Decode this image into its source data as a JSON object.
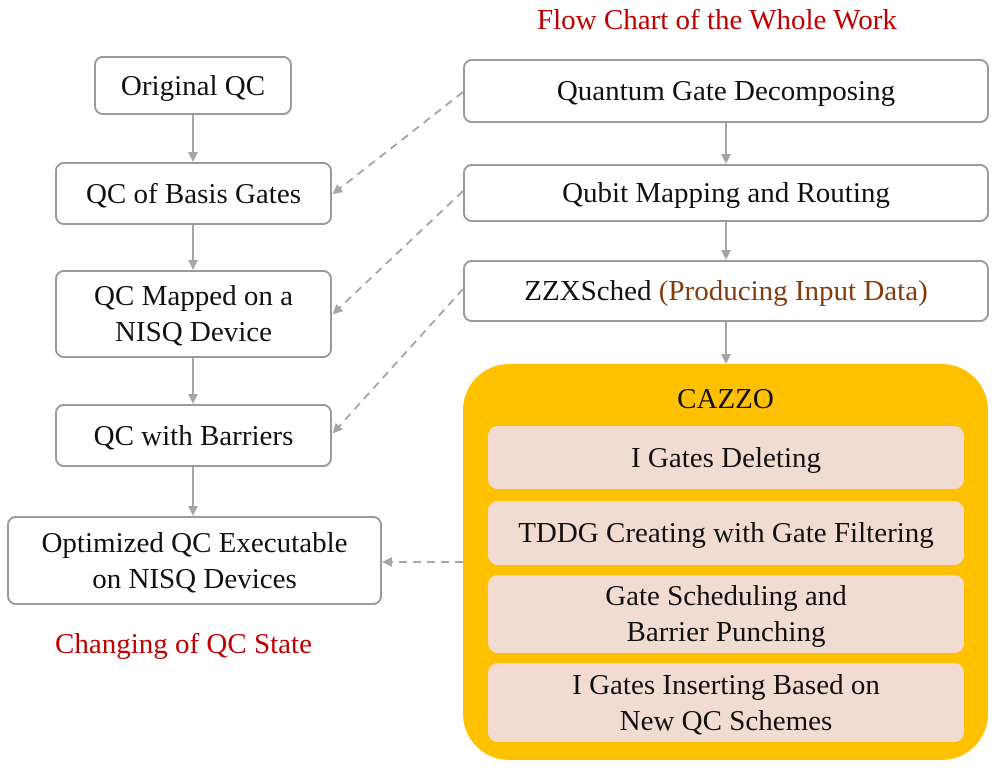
{
  "colors": {
    "heading_red": "#c00000",
    "highlight_brown": "#843c0c",
    "cazzo_fill": "#ffc000",
    "step_fill": "#f2dcd2",
    "box_border": "#9a9a9a"
  },
  "right_heading": "Flow Chart of the Whole Work",
  "left_heading": "Changing of QC State",
  "states": {
    "original": "Original QC",
    "basis": "QC of Basis Gates",
    "mapped_line1": "QC Mapped on a",
    "mapped_line2": "NISQ Device",
    "barriers": "QC with Barriers",
    "optimized_line1": "Optimized QC Executable",
    "optimized_line2": "on NISQ Devices"
  },
  "process": {
    "decompose": "Quantum Gate Decomposing",
    "mapping": "Qubit Mapping and Routing",
    "zzx_main": "ZZXSched",
    "zzx_paren": "(Producing Input Data)"
  },
  "cazzo": {
    "title": "CAZZO",
    "step1": "I Gates Deleting",
    "step2": "TDDG Creating with Gate Filtering",
    "step3_line1": "Gate Scheduling and",
    "step3_line2": "Barrier Punching",
    "step4_line1": "I Gates Inserting Based on",
    "step4_line2": "New QC Schemes"
  }
}
